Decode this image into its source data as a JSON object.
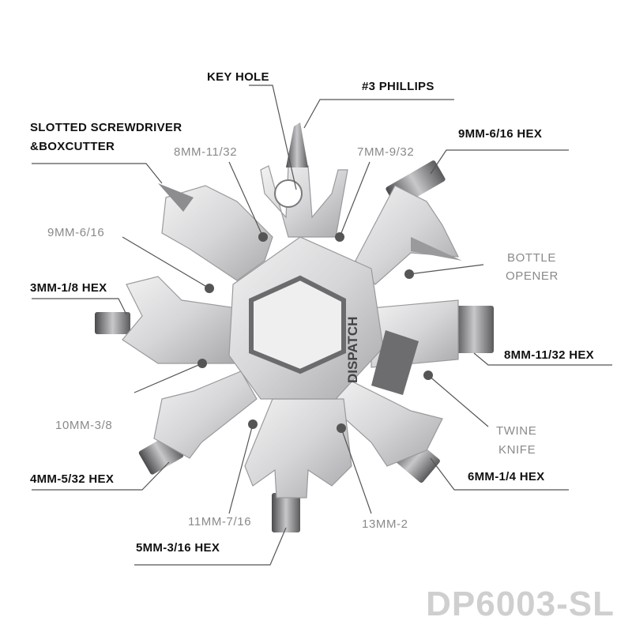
{
  "tool_labels": {
    "key_hole": "KEY HOLE",
    "phillips": "#3 PHILLIPS",
    "slotted_line1": "SLOTTED SCREWDRIVER",
    "slotted_line2": "&BOXCUTTER",
    "hex_9mm": "9MM-6/16 HEX",
    "hex_3mm": "3MM-1/8 HEX",
    "hex_8mm": "8MM-11/32 HEX",
    "hex_4mm": "4MM-5/32 HEX",
    "hex_6mm": "6MM-1/4 HEX",
    "hex_5mm": "5MM-3/16 HEX"
  },
  "wrench_labels": {
    "w8mm": "8MM-11/32",
    "w7mm": "7MM-9/32",
    "w9mm": "9MM-6/16",
    "w10mm": "10MM-3/8",
    "w11mm": "11MM-7/16",
    "w13mm": "13MM-2",
    "bottle_line1": "BOTTLE",
    "bottle_line2": "OPENER",
    "twine_line1": "TWINE",
    "twine_line2": "KNIFE"
  },
  "brand_text": "DISPATCH",
  "model_number": "DP6003-SL",
  "colors": {
    "steel_light": "#e4e4e6",
    "steel_mid": "#b5b5b8",
    "steel_dark": "#6b6b6e",
    "line": "#555555",
    "dot": "#555555",
    "model_text": "#cfcfcf"
  }
}
